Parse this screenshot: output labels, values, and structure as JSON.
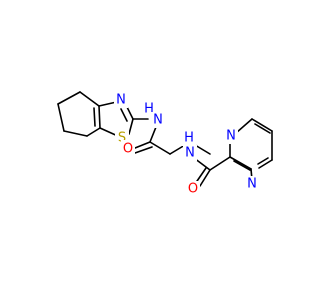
{
  "molecule": {
    "colors": {
      "bond": "#000000",
      "nitrogen": "#0000ff",
      "oxygen": "#ff0000",
      "sulfur": "#b8a000",
      "background": "#ffffff"
    },
    "atoms": {
      "thiazole_n": "N",
      "thiazole_s": "S",
      "amide1_nh": "H",
      "amide1_n": "N",
      "amide1_o": "O",
      "amide2_nh": "H",
      "amide2_n": "N",
      "amide2_o": "O",
      "pyrazine_n1": "N",
      "pyrazine_n4": "N"
    }
  }
}
